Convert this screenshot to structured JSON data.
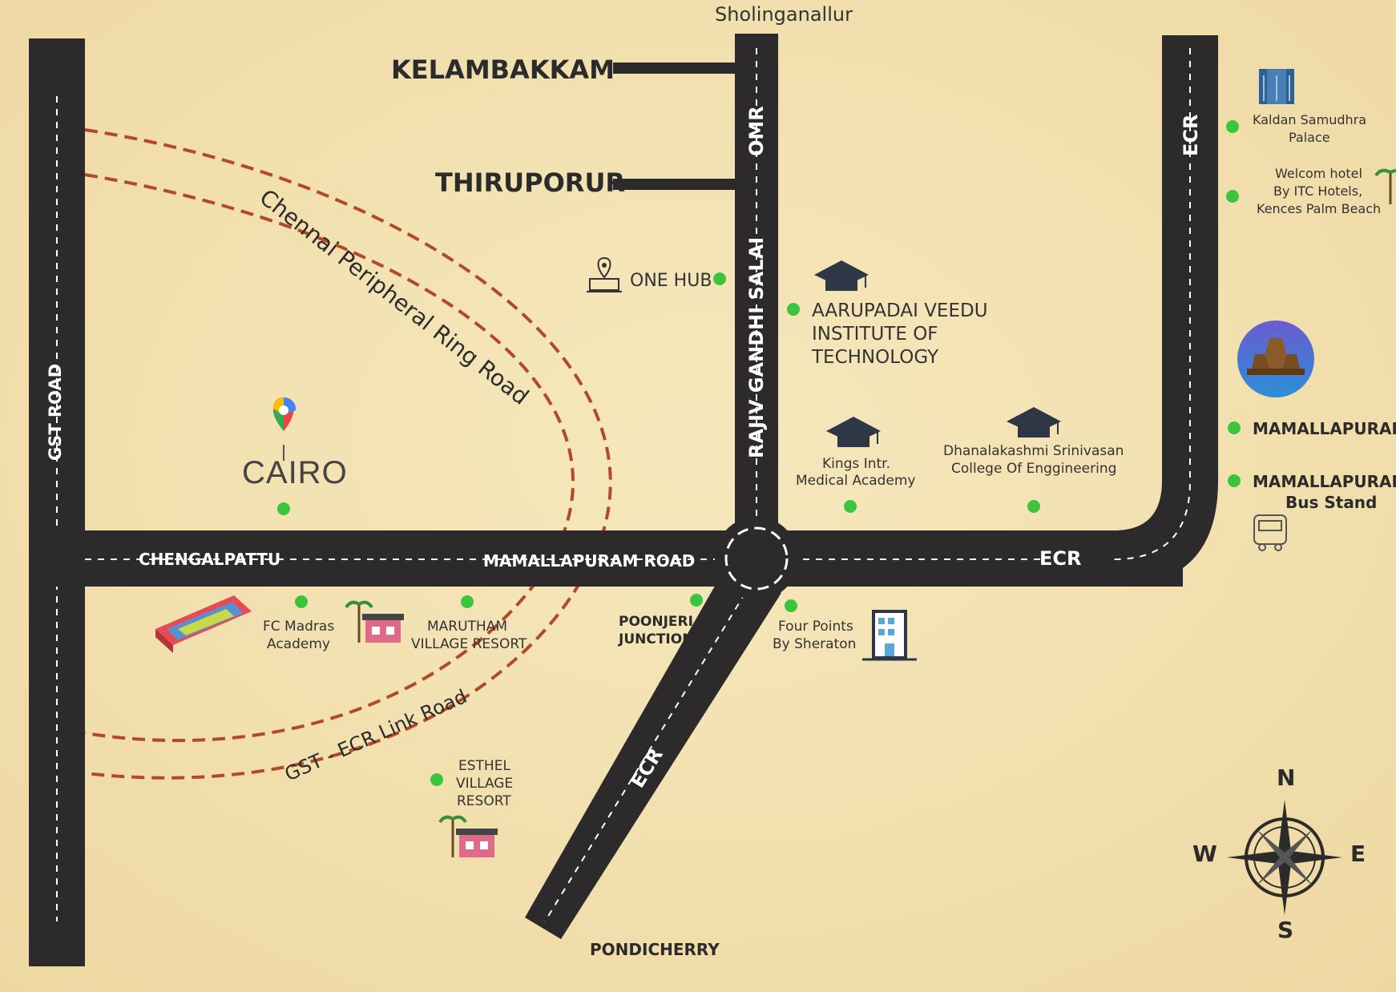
{
  "map": {
    "top_label": "Sholinganallur",
    "bottom_label": "PONDICHERRY",
    "roads": {
      "gst": "GST ROAD",
      "omr": "OMR",
      "rajiv": "RAJIV GANDHI SALAI",
      "ecr_right": "ECR",
      "ecr_east": "ECR",
      "ecr_diag": "ECR",
      "chengalpattu": "CHENGALPATTU",
      "mamallapuram_road": "MAMALLAPURAM ROAD"
    },
    "towns": {
      "kelambakkam": "KELAMBAKKAM",
      "thiruporur": "THIRUPORUR",
      "poonjeri_1": "POONJERI",
      "poonjeri_2": "JUNCTION"
    },
    "ring_roads": {
      "peripheral": "Chennai Peripheral Ring Road",
      "link": "GST - ECR Link Road"
    },
    "project": {
      "name": "CAIRO"
    },
    "pois": {
      "one_hub": "ONE HUB",
      "aarupadai_1": "AARUPADAI VEEDU",
      "aarupadai_2": "INSTITUTE OF",
      "aarupadai_3": "TECHNOLOGY",
      "kings_1": "Kings Intr.",
      "kings_2": "Medical Academy",
      "dhana_1": "Dhanalakashmi Srinivasan",
      "dhana_2": "College Of Enggineering",
      "kaldan_1": "Kaldan Samudhra",
      "kaldan_2": "Palace",
      "welcom_1": "Welcom hotel",
      "welcom_2": "By ITC Hotels,",
      "welcom_3": "Kences Palm Beach",
      "mamallapuram": "MAMALLAPURAM",
      "mamallapuram_bus_1": "MAMALLAPURAM",
      "mamallapuram_bus_2": "Bus Stand",
      "fc_1": "FC Madras",
      "fc_2": "Academy",
      "marutham_1": "MARUTHAM",
      "marutham_2": "VILLAGE RESORT",
      "four_points_1": "Four Points",
      "four_points_2": "By Sheraton",
      "esthel_1": "ESTHEL",
      "esthel_2": "VILLAGE",
      "esthel_3": "RESORT"
    },
    "compass": {
      "n": "N",
      "s": "S",
      "e": "E",
      "w": "W"
    },
    "colors": {
      "background": "#f3e3b4",
      "road": "#2c2a2b",
      "ring": "#b24a2a",
      "marker": "#3cc43c"
    },
    "icons": [
      "building-icon",
      "graduation-cap-icon",
      "location-pin-icon",
      "map-pin-icon",
      "stadium-icon",
      "resort-icon",
      "hotel-icon",
      "temple-icon",
      "bus-icon",
      "compass-rose-icon"
    ]
  }
}
